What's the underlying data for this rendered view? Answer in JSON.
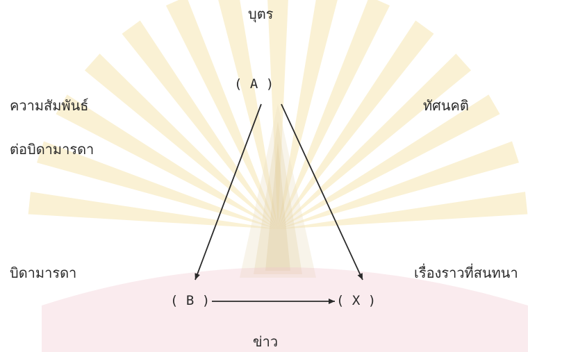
{
  "diagram": {
    "top_label": "บุตร",
    "left_label_line1": "ความสัมพันธ์",
    "left_label_line2": "ต่อบิดามารดา",
    "right_label": "ทัศนคติ",
    "bottom_left_label": "บิดามารดา",
    "bottom_right_label": "เรื่องราวที่สนทนา",
    "bottom_label": "ข่าว",
    "node_a": "( A )",
    "node_b": "( B )",
    "node_x": "( X )"
  },
  "watermark": {
    "ray_color": "#f3dfa0",
    "seal_color": "#e9dcc0",
    "band_color": "#f2c6cf"
  }
}
